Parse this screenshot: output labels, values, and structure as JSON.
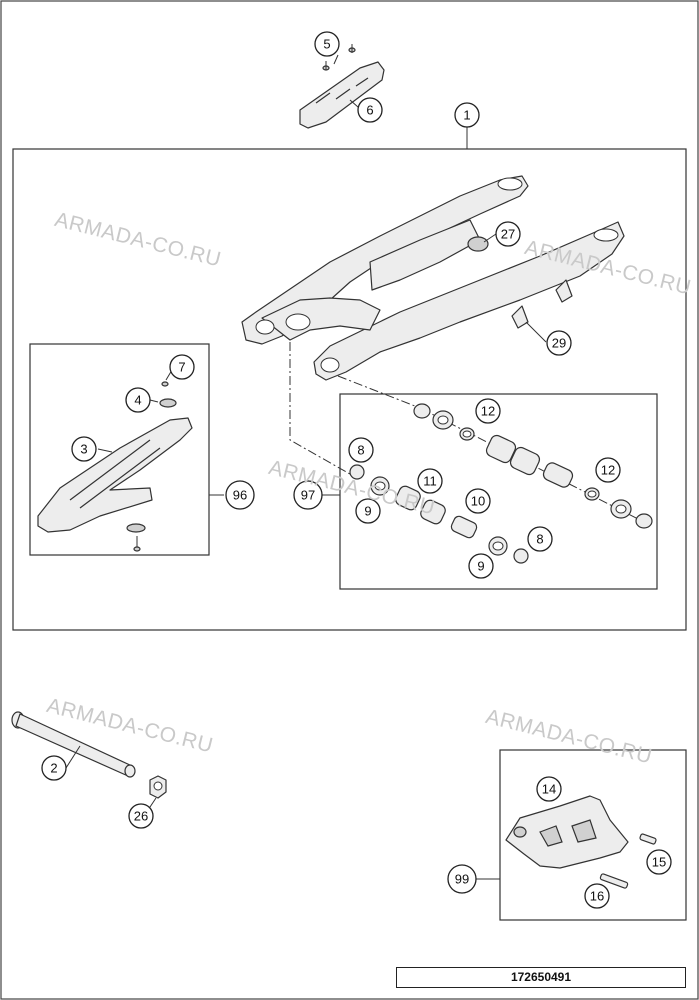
{
  "watermarks": [
    "ARMADA-CO.RU",
    "ARMADA-CO.RU",
    "ARMADA-CO.RU",
    "ARMADA-CO.RU",
    "ARMADA-CO.RU"
  ],
  "document_number": "172650491",
  "callouts": {
    "c1": "1",
    "c2": "2",
    "c3": "3",
    "c4": "4",
    "c5": "5",
    "c6": "6",
    "c7": "7",
    "c8a": "8",
    "c8b": "8",
    "c9a": "9",
    "c9b": "9",
    "c10": "10",
    "c11": "11",
    "c12a": "12",
    "c12b": "12",
    "c14": "14",
    "c15": "15",
    "c16": "16",
    "c26": "26",
    "c27": "27",
    "c29": "29",
    "c96": "96",
    "c97": "97",
    "c99": "99"
  }
}
